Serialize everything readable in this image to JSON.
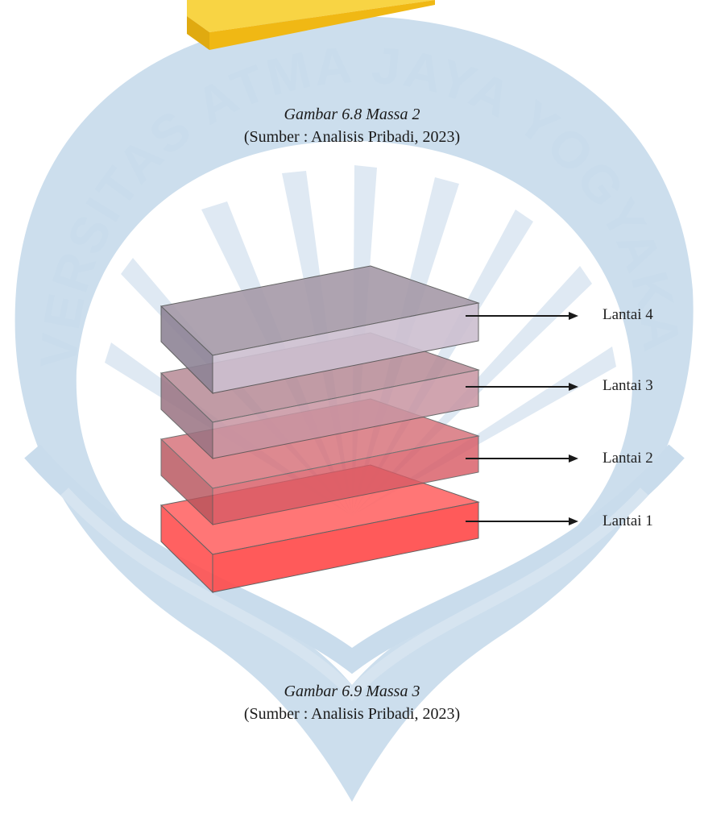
{
  "figure_1": {
    "title": "Gambar 6.8 Massa 2",
    "source": "(Sumber : Analisis Pribadi, 2023)",
    "block_color": "#f5c518"
  },
  "figure_2": {
    "title": "Gambar 6.9 Massa 3",
    "source": "(Sumber : Analisis Pribadi, 2023)",
    "floors": [
      {
        "label": "Lantai 4",
        "color": "#a89aa8"
      },
      {
        "label": "Lantai 3",
        "color": "#c48f9a"
      },
      {
        "label": "Lantai 2",
        "color": "#d46068"
      },
      {
        "label": "Lantai 1",
        "color": "#ff5a5a"
      }
    ]
  },
  "watermark": {
    "text": "UNIVERSITAS ATMA JAYA YOGYAKARTA",
    "color": "#c9dcec"
  }
}
